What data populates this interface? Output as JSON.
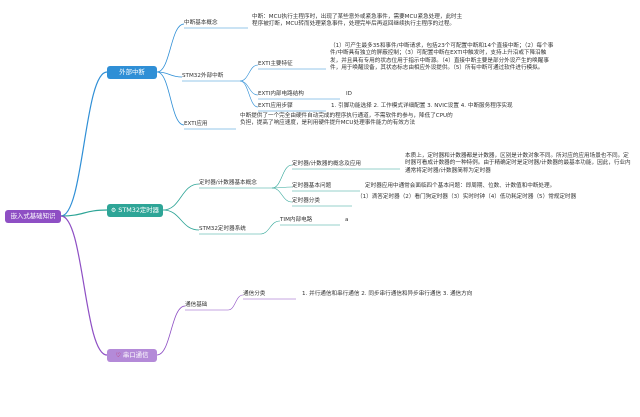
{
  "root": {
    "label": "嵌入式基础知识"
  },
  "colors": {
    "blue": "#2f8fd6",
    "teal": "#2ea597",
    "purple": "#8e4fc4",
    "purple_fill": "#b48ad8"
  },
  "topics": [
    {
      "label": "外部中断",
      "icon": "",
      "color": "#2f8fd6",
      "children": [
        {
          "label": "中断基本概念",
          "note": "中断：MCU执行主程序时，出现了某些意外或紧急事件，需要MCU紧急处理，此时主程序被打断，MCU转而处理紧急事件，处理完毕后再返回继续执行主程序的过程。"
        },
        {
          "label": "STM32外部中断",
          "children": [
            {
              "label": "EXTI主要特征",
              "note": "（1）可产生最多35和事件/中断请求，包括23个可配置中断和14个直接中断；（2）每个事件/中断具有独立的屏蔽控制；（3）可配置中断在EXTI中触发时，支持上升沿或下降沿触发，并且具有专用的状态位用于指示中断源。（4）直接中断主要是部分外设产生的唤醒事件，用于唤醒设备，其状态标志由相应外设提供。（5）所有中断可通过软件进行模拟。"
            },
            {
              "label": "EXTI内部电路结构",
              "note": "ID"
            },
            {
              "label": "EXTI应用步骤",
              "note": "1. 引脚功能选择 2. 工作模式详细配置 3. NVIC设置 4. 中断服务程序实现"
            }
          ]
        },
        {
          "label": "EXTI应用",
          "note": "中断提供了一个完全由硬件自动完成的程序执行通道，不需软件的参与，降低了CPU的负担，提高了响应速度，是利用硬件提升MCU处理事件能力的有效方法"
        }
      ]
    },
    {
      "label": "STM32定时器",
      "icon": "⚙",
      "color": "#2ea597",
      "children": [
        {
          "label": "定时器/计数器基本概念",
          "children": [
            {
              "label": "定时器/计数器的概念及应用",
              "note": "本质上，定时器和计数器都是计数器，区别是计数对象不同。所对应的应用场景也不同。定时器可看成计数器的一种特例。由于精确定时是定时器/计数器的最基本功能，因此，行业内通常将定时器/计数器简称为定时器"
            },
            {
              "label": "定时器基本问题",
              "note": "定时器应用中通常会面临四个基本问题：即周期、位数、计数值和中断处理。"
            },
            {
              "label": "定时器分类",
              "note": "（1）滴答定时器（2）看门狗定时器（3）实时时钟（4）低功耗定时器（5）常规定时器"
            }
          ]
        },
        {
          "label": "STM32定时器系统",
          "children": [
            {
              "label": "TIM内部电路",
              "note": "a"
            }
          ]
        }
      ]
    },
    {
      "label": "串口通信",
      "icon": "♡",
      "color": "#8e4fc4",
      "children": [
        {
          "label": "通信基础",
          "children": [
            {
              "label": "通信分类",
              "note": "1. 并行通信和串行通信 2. 同步串行通信和异步串行通信 3. 通信方向"
            }
          ]
        }
      ]
    }
  ]
}
